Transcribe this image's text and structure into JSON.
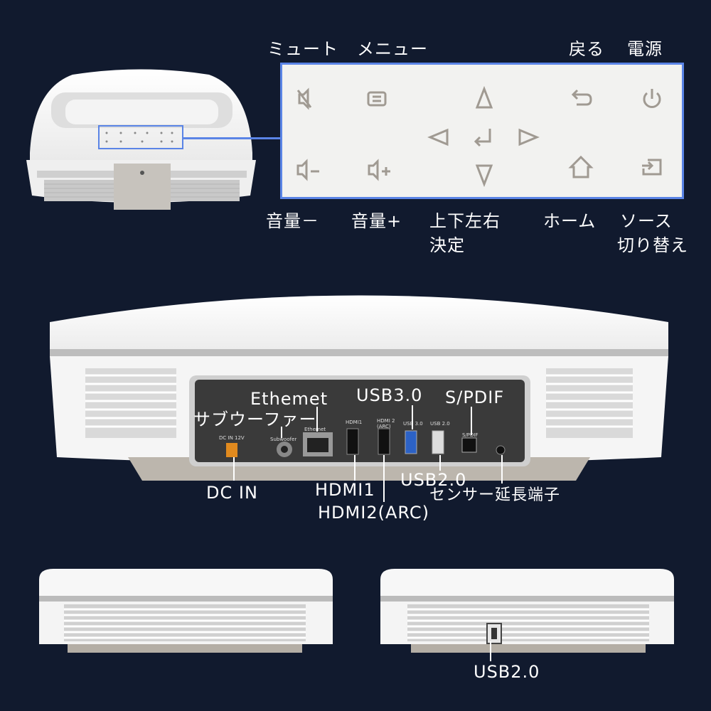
{
  "top_labels": {
    "mute": "ミュート",
    "menu": "メニュー",
    "back": "戻る",
    "power": "電源",
    "vol_down": "音量－",
    "vol_up": "音量+",
    "dpad_line1": "上下左右",
    "dpad_line2": "決定",
    "home": "ホーム",
    "source_line1": "ソース",
    "source_line2": "切り替え"
  },
  "port_callouts": {
    "ethernet": "Ethemet",
    "usb3": "USB3.0",
    "spdif": "S/PDIF",
    "subwoofer": "サブウーファー",
    "dc_in": "DC IN",
    "hdmi1": "HDMI1",
    "usb2": "USB2.0",
    "sensor": "センサー延長端子",
    "hdmi2": "HDMI2(ARC)"
  },
  "port_printed": {
    "dc_in_12v": "DC IN 12V",
    "subwoofer": "Subwoofer",
    "ethernet": "Ethernet",
    "hdmi1": "HDMI1",
    "hdmi2": "HDMI 2",
    "hdmi2_arc": "(ARC)",
    "usb3": "USB 3.0",
    "usb2": "USB 2.0",
    "spdif": "S/PDIF"
  },
  "side_callout": {
    "usb2": "USB2.0"
  },
  "colors": {
    "background": "#111a2e",
    "accent_blue": "#5a84e6",
    "icon_gray": "#a09a92",
    "dc_orange": "#e08a1e"
  },
  "icons": [
    "mute-icon",
    "menu-icon",
    "up-icon",
    "back-icon",
    "power-icon",
    "left-icon",
    "enter-icon",
    "right-icon",
    "vol-down-icon",
    "vol-up-icon",
    "down-icon",
    "home-icon",
    "source-icon"
  ]
}
